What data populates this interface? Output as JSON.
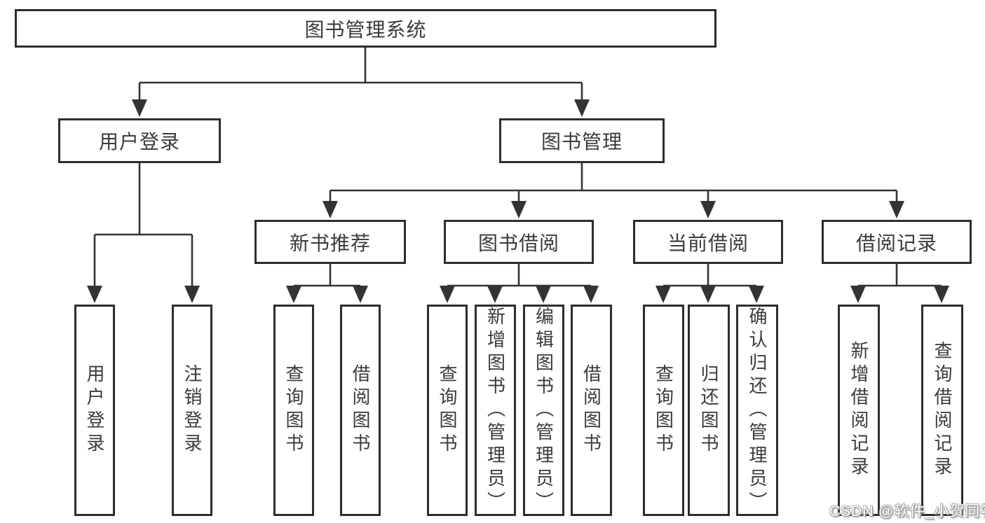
{
  "diagram": {
    "root": {
      "label": "图书管理系统"
    },
    "level2": [
      {
        "label": "用户登录"
      },
      {
        "label": "图书管理"
      }
    ],
    "level3": [
      {
        "label": "新书推荐"
      },
      {
        "label": "图书借阅"
      },
      {
        "label": "当前借阅"
      },
      {
        "label": "借阅记录"
      }
    ],
    "leaves": {
      "user_login": [
        {
          "label": "用户登录"
        },
        {
          "label": "注销登录"
        }
      ],
      "new_books": [
        {
          "label": "查询图书"
        },
        {
          "label": "借阅图书"
        }
      ],
      "book_borrow": [
        {
          "label": "查询图书"
        },
        {
          "label": "新增图书（管理员）"
        },
        {
          "label": "编辑图书（管理员）"
        },
        {
          "label": "借阅图书"
        }
      ],
      "current_borrow": [
        {
          "label": "查询图书"
        },
        {
          "label": "归还图书"
        },
        {
          "label": "确认归还（管理员）"
        }
      ],
      "borrow_records": [
        {
          "label": "新增借阅记录"
        },
        {
          "label": "查询借阅记录"
        }
      ]
    }
  },
  "watermark": {
    "text": "CSDN @软件_小贺同学"
  },
  "colors": {
    "line": "#333333",
    "box_border": "#2d2d2d",
    "text": "#3a3a3e",
    "background": "#ffffff"
  }
}
